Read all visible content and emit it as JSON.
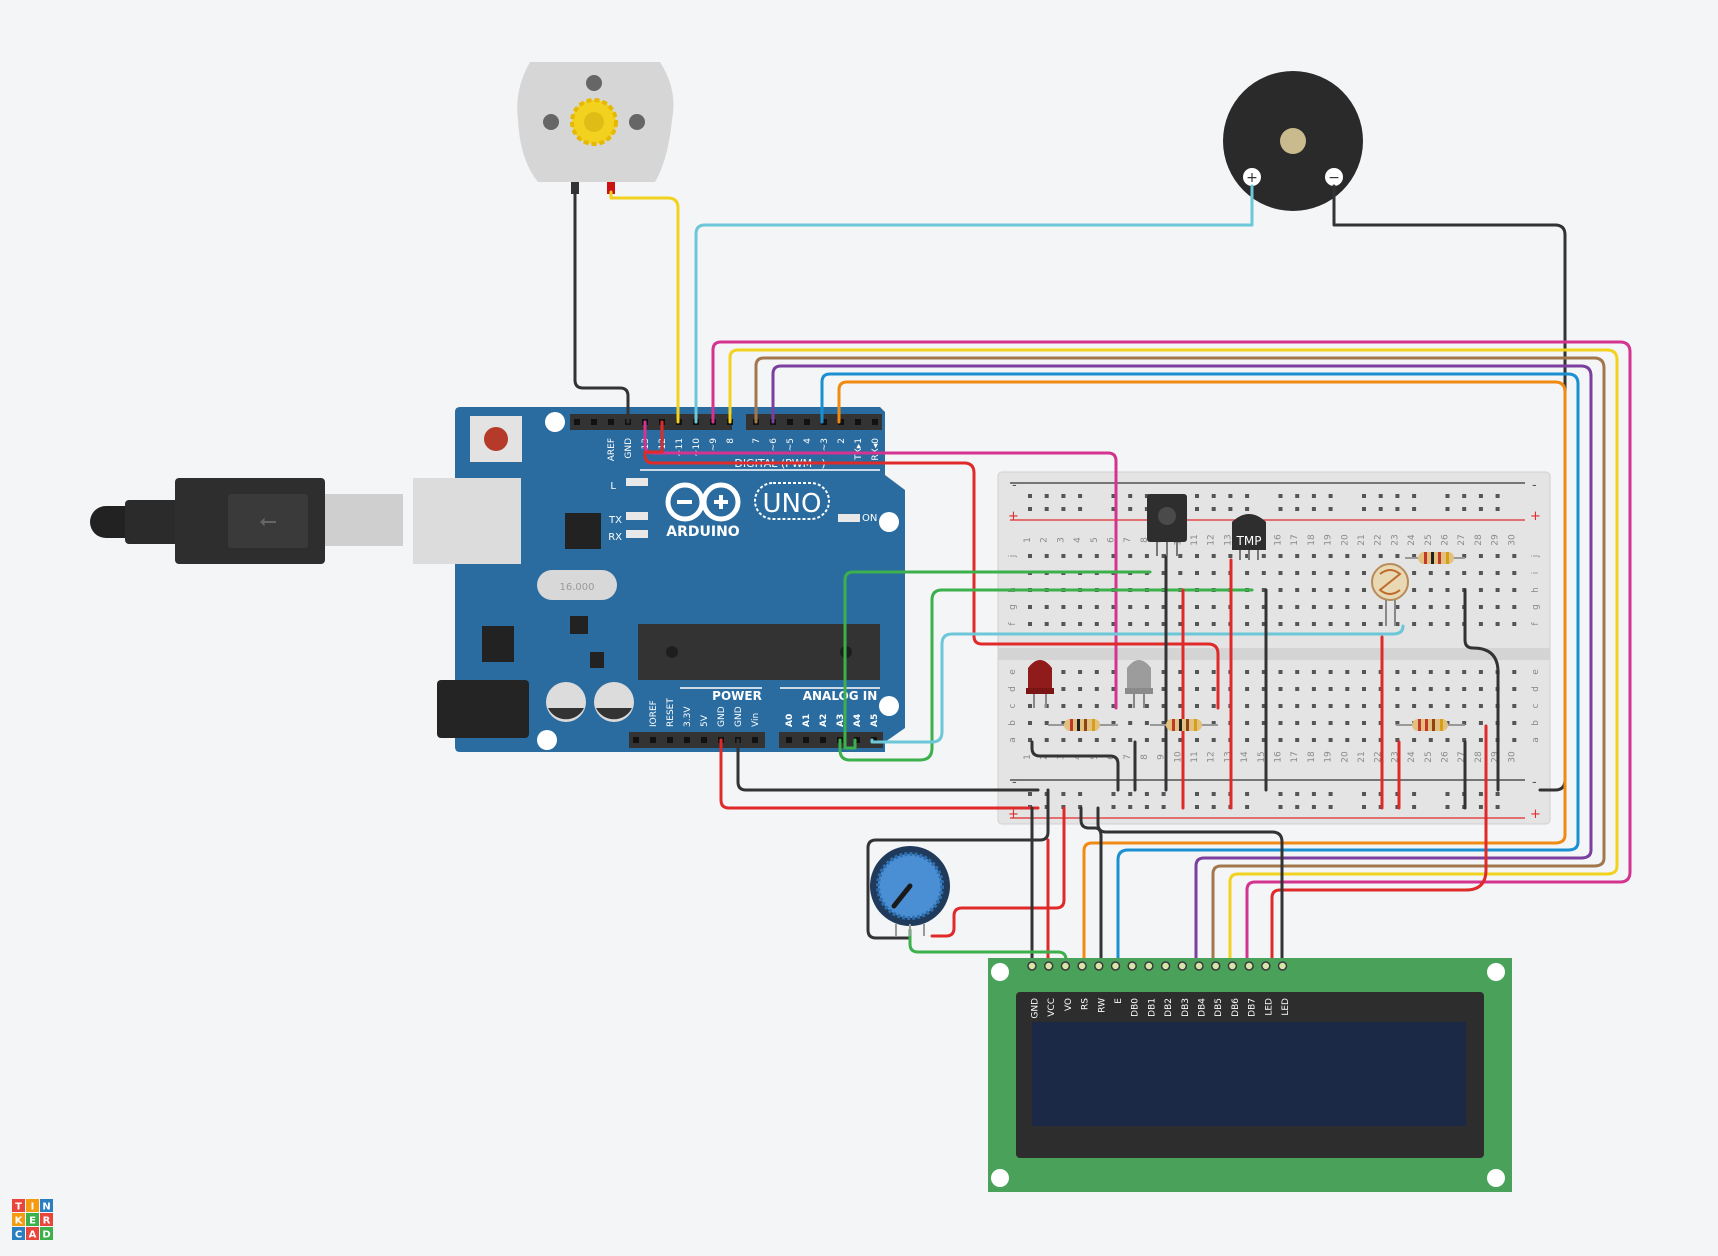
{
  "arduino": {
    "brand": "UNO",
    "logo": "ARDUINO",
    "chip": "16.000",
    "led_labels": [
      "L",
      "TX",
      "RX"
    ],
    "on_label": "ON",
    "header_top_labels": [
      "AREF",
      "GND",
      "13",
      "12",
      "~11",
      "~10",
      "~9",
      "8",
      "7",
      "~6",
      "~5",
      "4",
      "~3",
      "2",
      "TX▸1",
      "RX◂0"
    ],
    "digital_label": "DIGITAL (PWM~)",
    "power_label": "POWER",
    "analog_label": "ANALOG IN",
    "power_pins": [
      "IOREF",
      "RESET",
      "3.3V",
      "5V",
      "GND",
      "GND",
      "Vin"
    ],
    "analog_pins": [
      "A0",
      "A1",
      "A2",
      "A3",
      "A4",
      "A5"
    ]
  },
  "sensor": {
    "label": "TMP"
  },
  "breadboard": {
    "rows_top": [
      "j",
      "i",
      "h",
      "g",
      "f"
    ],
    "rows_bottom": [
      "e",
      "d",
      "c",
      "b",
      "a"
    ],
    "columns": [
      "1",
      "2",
      "3",
      "4",
      "5",
      "6",
      "7",
      "8",
      "9",
      "10",
      "11",
      "12",
      "13",
      "14",
      "15",
      "16",
      "17",
      "18",
      "19",
      "20",
      "21",
      "22",
      "23",
      "24",
      "25",
      "26",
      "27",
      "28",
      "29",
      "30"
    ],
    "rail_plus": "+",
    "rail_minus": "-"
  },
  "buzzer": {
    "plus": "+",
    "minus": "−"
  },
  "lcd": {
    "pins": [
      "GND",
      "VCC",
      "VO",
      "RS",
      "RW",
      "E",
      "DB0",
      "DB1",
      "DB2",
      "DB3",
      "DB4",
      "DB5",
      "DB6",
      "DB7",
      "LED",
      "LED"
    ]
  },
  "tinkercad_logo": [
    "T",
    "I",
    "N",
    "K",
    "E",
    "R",
    "C",
    "A",
    "D"
  ],
  "colors": {
    "board_blue": "#2a6ca0",
    "lcd_green": "#4aa25a",
    "lcd_screen": "#1b2846",
    "wire_pink": "#d4338f",
    "wire_yellow": "#f2d21e",
    "wire_brown": "#a3774c",
    "wire_purple": "#7b3f9d",
    "wire_blue": "#1a8fd1",
    "wire_orange": "#f08a12",
    "wire_cyan": "#6cc7d8",
    "wire_red": "#e02a2a",
    "wire_green": "#3cb04a",
    "wire_black": "#333333"
  }
}
